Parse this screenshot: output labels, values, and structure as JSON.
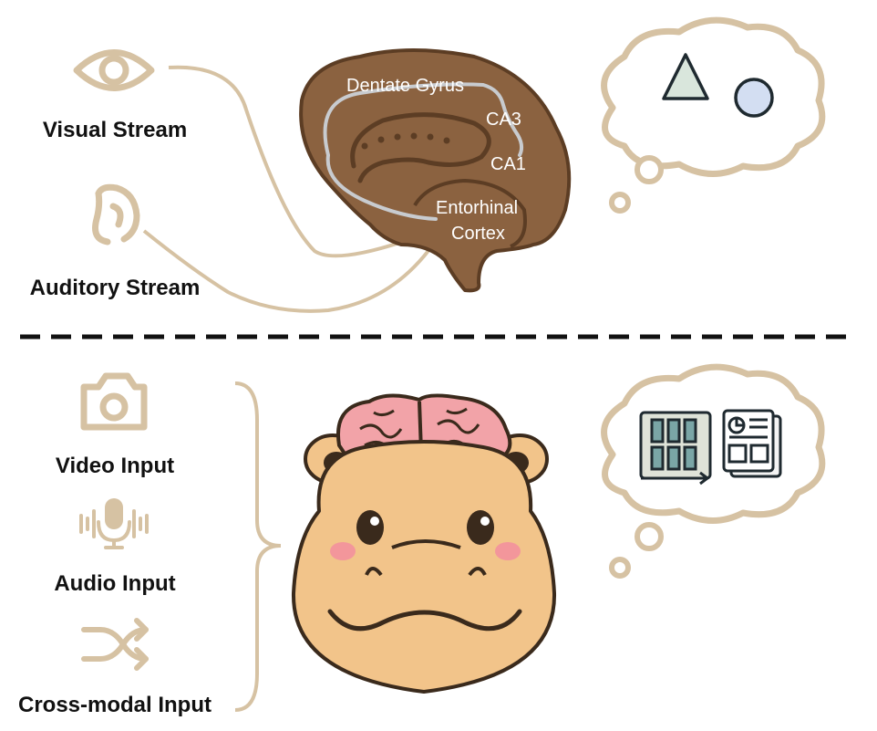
{
  "top": {
    "streams": [
      {
        "label": "Visual Stream",
        "icon": "eye-icon"
      },
      {
        "label": "Auditory Stream",
        "icon": "ear-icon"
      }
    ],
    "brain_regions": {
      "dentate_gyrus": "Dentate Gyrus",
      "ca3": "CA3",
      "ca1": "CA1",
      "entorhinal_line1": "Entorhinal",
      "entorhinal_line2": "Cortex"
    },
    "thought_shapes": [
      "triangle-icon",
      "circle-icon"
    ]
  },
  "bottom": {
    "inputs": [
      {
        "label": "Video Input",
        "icon": "camera-icon"
      },
      {
        "label": "Audio Input",
        "icon": "microphone-icon"
      },
      {
        "label": "Cross-modal Input",
        "icon": "shuffle-icon"
      }
    ],
    "mascot": "hippo-mascot",
    "thought_icons": [
      "video-frames-icon",
      "document-report-icon"
    ]
  },
  "colors": {
    "brain": "#8b6240",
    "brain_dark": "#5c3d24",
    "line_tan": "#d6c2a3",
    "hippo_skin": "#f2c48a",
    "hippo_outline": "#3a2a1c",
    "hippo_brain": "#f2a3a8",
    "triangle_fill": "#d9e6dc",
    "circle_fill": "#d3def2",
    "dashed": "#111111"
  }
}
